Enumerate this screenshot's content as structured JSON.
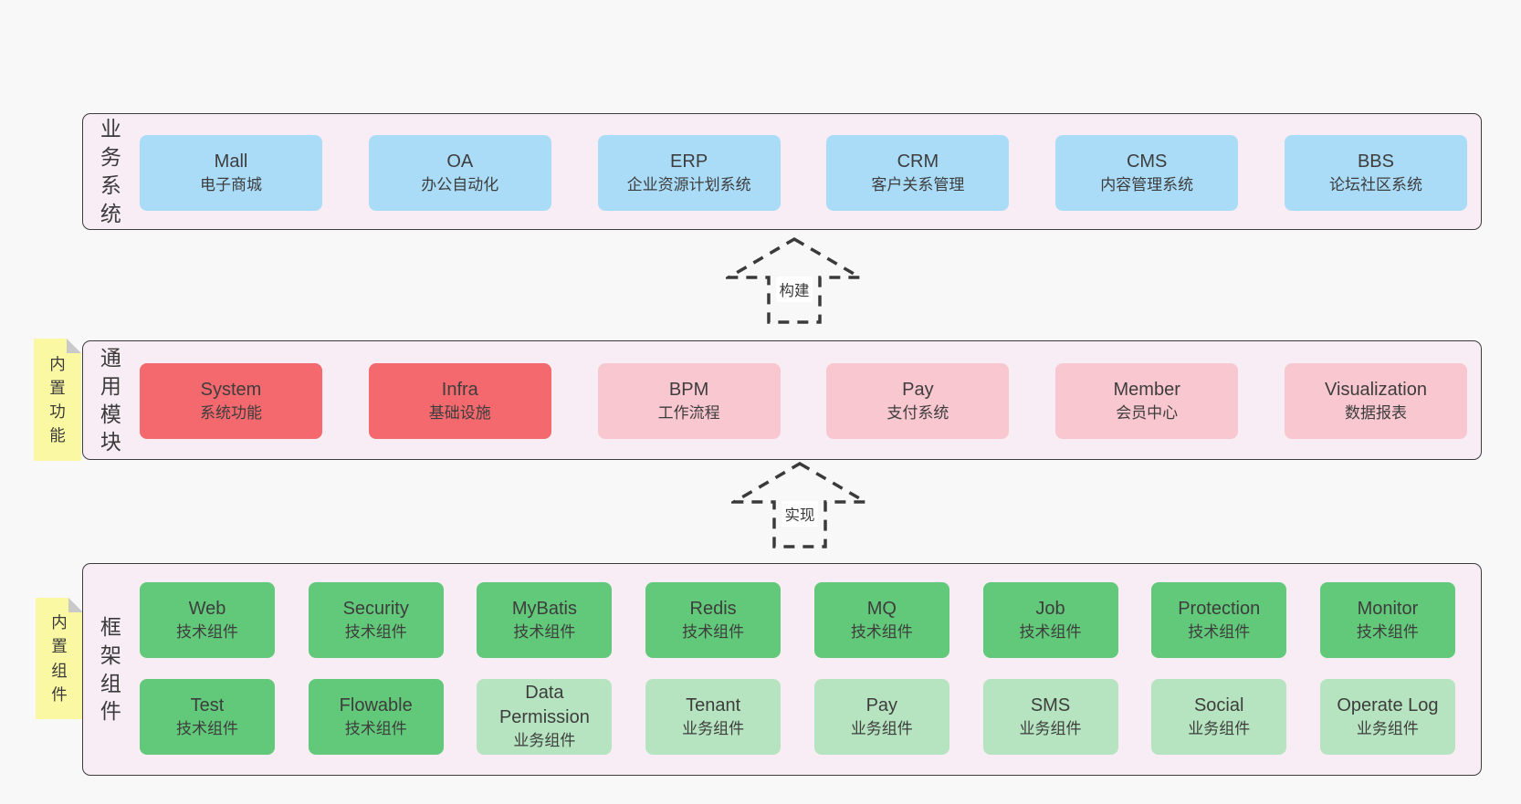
{
  "colors": {
    "page_bg": "#f8f8f8",
    "band_bg": "#f8edf5",
    "band_border": "#3c3c3c",
    "blue": "#aadcf8",
    "red": "#f4696e",
    "pink": "#f9c7d0",
    "green": "#63c97a",
    "light_green": "#b7e4c0",
    "note_yellow": "#fbf8a3",
    "fold_gray": "#c9c9c9",
    "text": "#3d3d3d"
  },
  "arrows": [
    {
      "label": "构建"
    },
    {
      "label": "实现"
    }
  ],
  "bands": [
    {
      "label": "业务系统",
      "boxes": [
        {
          "title": "Mall",
          "subtitle": "电子商城",
          "color": "blue"
        },
        {
          "title": "OA",
          "subtitle": "办公自动化",
          "color": "blue"
        },
        {
          "title": "ERP",
          "subtitle": "企业资源计划系统",
          "color": "blue"
        },
        {
          "title": "CRM",
          "subtitle": "客户关系管理",
          "color": "blue"
        },
        {
          "title": "CMS",
          "subtitle": "内容管理系统",
          "color": "blue"
        },
        {
          "title": "BBS",
          "subtitle": "论坛社区系统",
          "color": "blue"
        }
      ]
    },
    {
      "label": "通用模块",
      "note": "内置功能",
      "boxes": [
        {
          "title": "System",
          "subtitle": "系统功能",
          "color": "red"
        },
        {
          "title": "Infra",
          "subtitle": "基础设施",
          "color": "red"
        },
        {
          "title": "BPM",
          "subtitle": "工作流程",
          "color": "pink"
        },
        {
          "title": "Pay",
          "subtitle": "支付系统",
          "color": "pink"
        },
        {
          "title": "Member",
          "subtitle": "会员中心",
          "color": "pink"
        },
        {
          "title": "Visualization",
          "subtitle": "数据报表",
          "color": "pink"
        }
      ]
    },
    {
      "label": "框架组件",
      "note": "内置组件",
      "rows": [
        [
          {
            "title": "Web",
            "subtitle": "技术组件",
            "color": "green"
          },
          {
            "title": "Security",
            "subtitle": "技术组件",
            "color": "green"
          },
          {
            "title": "MyBatis",
            "subtitle": "技术组件",
            "color": "green"
          },
          {
            "title": "Redis",
            "subtitle": "技术组件",
            "color": "green"
          },
          {
            "title": "MQ",
            "subtitle": "技术组件",
            "color": "green"
          },
          {
            "title": "Job",
            "subtitle": "技术组件",
            "color": "green"
          },
          {
            "title": "Protection",
            "subtitle": "技术组件",
            "color": "green"
          },
          {
            "title": "Monitor",
            "subtitle": "技术组件",
            "color": "green"
          }
        ],
        [
          {
            "title": "Test",
            "subtitle": "技术组件",
            "color": "green"
          },
          {
            "title": "Flowable",
            "subtitle": "技术组件",
            "color": "green"
          },
          {
            "title": "Data Permission",
            "subtitle": "业务组件",
            "color": "light_green"
          },
          {
            "title": "Tenant",
            "subtitle": "业务组件",
            "color": "light_green"
          },
          {
            "title": "Pay",
            "subtitle": "业务组件",
            "color": "light_green"
          },
          {
            "title": "SMS",
            "subtitle": "业务组件",
            "color": "light_green"
          },
          {
            "title": "Social",
            "subtitle": "业务组件",
            "color": "light_green"
          },
          {
            "title": "Operate Log",
            "subtitle": "业务组件",
            "color": "light_green"
          }
        ]
      ]
    }
  ]
}
